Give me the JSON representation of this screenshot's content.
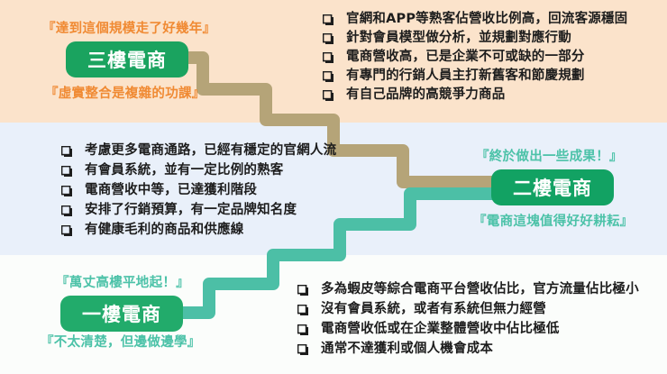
{
  "colors": {
    "band_top": "#fbe3cb",
    "band_middle": "#e9f0fa",
    "band_bottom": "#fbfdfb",
    "box_green": "#1aa35f",
    "caption_orange": "#f08a33",
    "caption_teal": "#4cc2a8",
    "stair_tan": "#b5a478",
    "stair_teal": "#4cbfa6",
    "bullet_black": "#1d1d1d"
  },
  "floor3": {
    "label": "三樓電商",
    "caption_top": "『達到這個規模走了好幾年』",
    "caption_bottom": "『虛實整合是複雜的功課』",
    "bullets": [
      "官網和APP等熟客佔營收比例高，回流客源穩固",
      "針對會員模型做分析，並規劃對應行動",
      "電商營收高，已是企業不可或缺的一部分",
      "有專門的行銷人員主打新舊客和節慶規劃",
      "有自己品牌的高競爭力商品"
    ]
  },
  "floor2": {
    "label": "二樓電商",
    "caption_top": "『終於做出一些成果！』",
    "caption_bottom": "『電商這塊值得好好耕耘』",
    "bullets": [
      "考慮更多電商通路，已經有穩定的官網人流",
      "有會員系統，並有一定比例的熟客",
      "電商營收中等，已達獲利階段",
      "安排了行銷預算，有一定品牌知名度",
      "有健康毛利的商品和供應線"
    ]
  },
  "floor1": {
    "label": "一樓電商",
    "caption_top": "『萬丈高樓平地起！』",
    "caption_bottom": "『不太清楚，但邊做邊學』",
    "bullets": [
      "多為蝦皮等綜合電商平台營收佔比，官方流量佔比極小",
      "沒有會員系統，或者有系統但無力經營",
      "電商營收低或在企業整體營收中佔比極低",
      "通常不達獲利或個人機會成本"
    ]
  },
  "icons": {
    "bullet": "shadowed-square-bullet"
  }
}
